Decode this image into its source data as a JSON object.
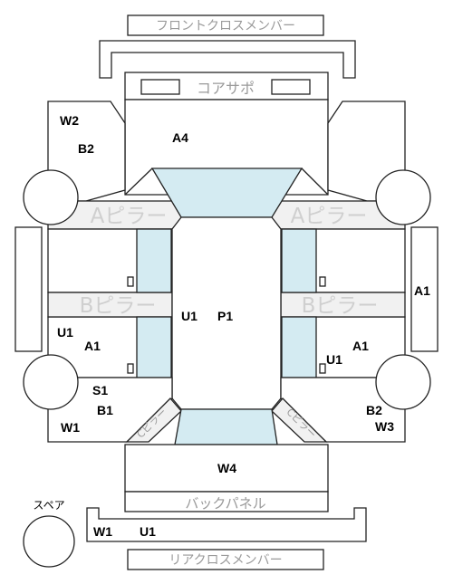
{
  "colors": {
    "glass": "#d4ebf2",
    "band": "#f1f1f1",
    "line": "#222222",
    "ghost_text": "#9a9a9a"
  },
  "labels": {
    "front_cross_member": "フロントクロスメンバー",
    "core_support": "コアサポ",
    "a_pillar": "Aピラー",
    "b_pillar": "Bピラー",
    "back_panel": "バックパネル",
    "rear_cross_member": "リアクロスメンバー",
    "spare": "スペア",
    "c_pillar": "Cピラー"
  },
  "codes": {
    "w2": "W2",
    "b2_front": "B2",
    "a4": "A4",
    "u1_center": "U1",
    "p1": "P1",
    "a1_right_outer": "A1",
    "u1_left": "U1",
    "a1_left": "A1",
    "a1_right": "A1",
    "u1_right": "U1",
    "s1": "S1",
    "b1": "B1",
    "w1_left": "W1",
    "b2_rear": "B2",
    "w3": "W3",
    "w4": "W4",
    "w1_rear": "W1",
    "u1_rear": "U1"
  }
}
